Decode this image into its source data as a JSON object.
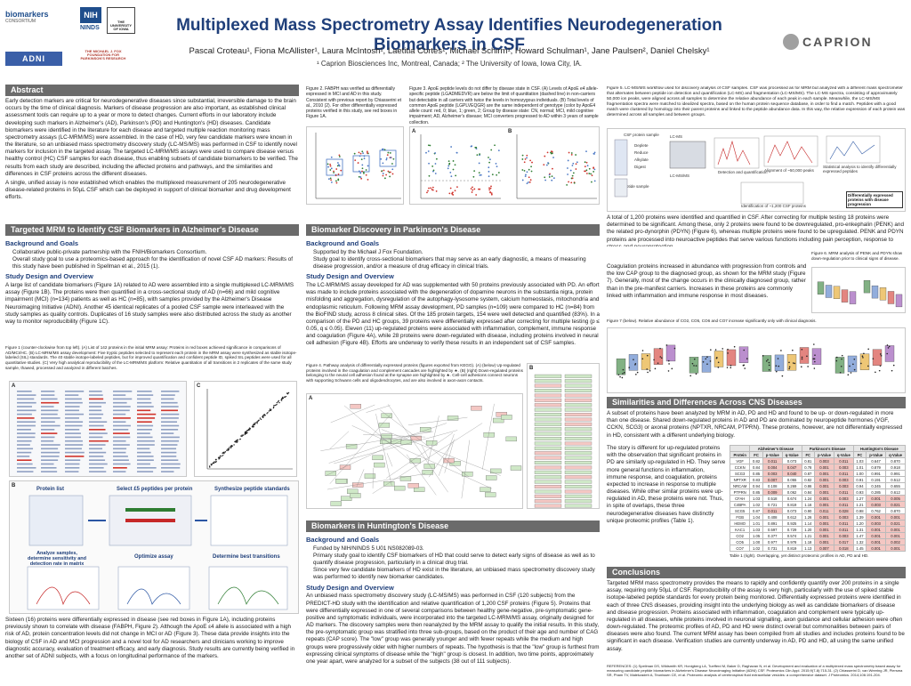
{
  "header": {
    "title": "Multiplexed Mass Spectrometry Assay Identifies Neurodegeneration Biomarkers in CSF",
    "authors": "Pascal Croteau¹, Fiona McAllister¹, Laura McIntosh¹, Laetitia Cortes¹, Michael Schirm¹, Howard Schulman¹, Jane Paulsen², Daniel Chelsky¹",
    "affiliation": "¹ Caprion Biosciences Inc, Montreal, Canada; ² The University of Iowa, Iowa City, IA.",
    "logos": {
      "biomarkers": "biomarkers",
      "biomarkers_sub": "CONSORTIUM",
      "nih": "NIH",
      "ninds": "NINDS",
      "iowa": "THE UNIVERSITY OF IOWA",
      "adni": "ADNI",
      "mjff": "THE MICHAEL J. FOX FOUNDATION FOR PARKINSON'S RESEARCH",
      "caprion": "CAPRION"
    }
  },
  "abstract": {
    "heading": "Abstract",
    "p1": "Early detection markers are critical for neurodegenerative diseases since substantial, irreversible damage to the brain occurs by the time of clinical diagnosis. Markers of disease progression are also important, as established clinical assessment tools can require up to a year or more to detect changes. Current efforts in our laboratory include developing such markers in Alzheimer's (AD), Parkinson's (PD) and Huntington's (HD) diseases. Candidate biomarkers were identified in the literature for each disease and targeted multiple reaction monitoring mass spectrometry assays (LC-MRM/MS) were assembled. In the case of HD, very few candidate markers were known in the literature, so an unbiased mass spectrometry discovery study (LC-MS/MS) was performed in CSF to identify novel markers for inclusion in the targeted assay. The targeted LC-MRM/MS assays were used to compare disease versus healthy control (HC) CSF samples for each disease, thus enabling subsets of candidate biomarkers to be verified. The results from each study are described, including the affected proteins and pathways, and the similarities and differences in CSF proteins across the different diseases.",
    "p2": "A single, unified assay is now established which enables the multiplexed measurement of 205 neurodegenerative disease-related proteins in 50µL CSF which can be deployed in support of clinical biomarker and drug development efforts."
  },
  "alzheimers": {
    "heading": "Targeted MRM to Identify CSF Biomarkers in Alzheimer's Disease",
    "bg_title": "Background and Goals",
    "bullets": [
      "Collaborative public-private partnership with the FNIH/Biomarkers Consortium.",
      "Overall study goal to use a proteomics-based approach for the identification of novel CSF AD markers: Results of this study have been published in Spellman et al., 2015 (1)."
    ],
    "design_title": "Study Design and Overview",
    "design": "A large list of candidate biomarkers (Figure 1A) related to AD were assembled into a single multiplexed LC-MRM/MS assay (Figure 1B). The proteins were then quantified in a cross-sectional study of AD (n=66) and mild cognitive impairment (MCI) (n=134) patients as well as HC (n=85), with samples provided by the Alzheimer's Disease Neuroimaging Initiative (ADNI). Another 45 identical replicates of a pooled CSF sample were interleaved with the study samples as quality controls. Duplicates of 16 study samples were also distributed across the study as another way to monitor reproducibility (Figure 1C).",
    "fig1_caption": "Figure 1 (counter-clockwise from top left). (A) List of 142 proteins in the initial MRM assay: Proteins in red boxes achieved significance in comparisons of AD/MCI/HC. (B) LC-MRM/MS assay development: Five tryptic peptides selected to represent each protein in the MRM assay were synthesized as stable isotope-labeled (SIL) standards. The 40 stable isotope-labeled peptides, but for improved quantification and confident peptide ID, spiked SIL peptides were used for all quantitative studies. (C) Very high analytical reproducibility of the LC-MRM/MS platform: Relative quantitation of all transitions in 2 replicates of the same study sample, thawed, processed and analyzed in different batches.",
    "figB_labels": [
      "Protein list",
      "Select £5 peptides per protein",
      "Synthesize peptide standards",
      "Analyze samples, determine sensitivity and detection rate in matrix",
      "Optimize assay",
      "Determine best transitions"
    ],
    "bottom": "Sixteen (16) proteins were differentially expressed in disease (see red boxes in Figure 1A), including proteins previously shown to correlate with disease (FABPH, Figure 2). Although the ApoE ε4 allele is associated with a high risk of AD, protein concentration levels did not change in MCI or AD (Figure 3). These data provide insights into the biology of CSF in AD and MCI progression and a novel tool for AD researchers and clinicians working to improve diagnostic accuracy, evaluation of treatment efficacy, and early diagnosis. Study results are currently being verified in another set of ADNI subjects, with a focus on longitudinal performance of the markers."
  },
  "fig2": {
    "caption": "Figure 2. FABPH was verified as differentially expressed in MCI and AD in this study. Consistent with previous report by Chiasserini et al., 2010 (2). For other differentially expressed proteins verified in this study, see red boxes in Figure 1A."
  },
  "fig3": {
    "caption": "Figure 3. ApoE peptide levels do not differ by disease state in CSF. (A) Levels of ApoE e4 allele-specific peptide (LGADMEDVR) are below the limit of quantitation (dashed line) in non-carriers but detectable in all carriers with twice the levels in homozygous individuals. (B) Total levels of common ApoE peptide (LGPLVEQGR) are the same independent of genotype (color by ApoE4 allele count: red, 0; blue, 1; green, 2; Group by disease state: CN, normal; MCI, mild cognitive impairment; AD, Alzheimer's disease; MCI converters progressed to AD within 3 years of sample collection."
  },
  "parkinsons": {
    "heading": "Biomarker Discovery in Parkinson's Disease",
    "bg_title": "Background and Goals",
    "bullets": [
      "Supported by the Michael J Fox Foundation.",
      "Study goal to identify cross-sectional biomarkers that may serve as an early diagnostic, a means of measuring disease progression, and/or a measure of drug efficacy in clinical trials."
    ],
    "design_title": "Study Design and Overview",
    "design": "The LC-MRM/MS assay developed for AD was supplemented with 50 proteins previously associated with PD. An effort was made to include proteins associated with the degeneration of dopamine neurons in the substantia nigra, protein misfolding and aggregation, dysregulation of the autophagy-lysosome system, calcium homeostasis, mitochondria and endoplasmic reticulum. Following MRM assay development, PD samples (n=109) were compared to HC (n=84) from the BioFIND study, across 8 clinical sites. Of the 185 protein targets, 154 were well detected and quantified (83%). In a comparison of the PD and HC groups, 39 proteins were differentially expressed after correcting for multiple testing (p ≤ 0.05, q ≤ 0.05). Eleven (11) up-regulated proteins were associated with inflammation, complement, immune response and coagulation (Figure 4A), while 28 proteins were down-regulated with disease, including proteins involved in neural cell adhesion (Figure 4B). Efforts are underway to verify these results in an independent set of CSF samples.",
    "fig4_caption": "Figure 4. Pathway analysis of differentially expressed proteins (figures exported from KEGG). (A) (below) Up-regulated proteins involved in the coagulation and complement cascades are highlighted by ★. (B) (right) Down-regulated proteins belonging to the neural cell adhesion found at the synapse are highlighted by ★. Cell-cell adhesions connect neurons with supporting Schwann cells and oligodendrocytes, and are also involved in axon-axon contacts."
  },
  "huntingtons": {
    "heading": "Biomarkers in Huntington's Disease",
    "bg_title": "Background and Goals",
    "bullets": [
      "Funded by NIH/NINDS 5 U01 NS082089-03.",
      "Primary study goal to identify CSF biomarkers of HD that could serve to detect early signs of disease as well as to quantify disease progression, particularly in a clinical drug trial.",
      "Since very few candidate biomarkers of HD exist in the literature, an unbiased mass spectrometry discovery study was performed to identify new biomarker candidates."
    ],
    "design_title": "Study Design and Overview",
    "design": "An unbiased mass spectrometry discovery study (LC-MS/MS) was performed in CSF (120 subjects) from the PREDICT-HD study with the identification and relative quantification of 1,200 CSF proteins (Figure 5). Proteins that were differentially expressed in one of several comparisons between healthy gene-negative, pre-symptomatic gene-positive and symptomatic individuals, were incorporated into the targeted LC-MRM/MS assay, originally designed for AD markers. The discovery samples were then reanalyzed by the MRM assay to qualify the initial results. In this study, the pre-symptomatic group was stratified into three sub-groups, based on the product of their age and number of CAG repeats (CAP score). The \"low\" group was generally younger and with fewer repeats while the medium and high groups were progressively older with higher numbers of repeats. The hypothesis is that the \"low\" group is furthest from expressing clinical symptoms of disease while the \"high\" group is closest. In addition, two time points, approximately one year apart, were analyzed for a subset of the subjects (38 out of 111 subjects)."
  },
  "fig5": {
    "caption": "Figure 5. LC-MS/MS workflow used for discovery analysis of CSF samples. CSF was processed as for MRM but analyzed with a different mass spectrometer that alternates between peptide ion detection and quantification (LC-MS) and fragmentation (LC-MS/MS). The LC-MS spectra, consisting of approximately 50,000 ion peaks, were aligned across all samples to determine the relative abundance of each peak in each sample. Meanwhile, the LC-MS/MS fragmentation spectra were matched to idealized spectra, based on the human protein sequence database, in order to find a match. Peptides with a good match were clustered by homology into their parent proteins and linked to the peptide abundance data. In this way, the relative expression of each protein was determined across all samples and between groups.",
    "labels": [
      "CSF protein sample",
      "Deplete",
      "Reduce",
      "Alkylate",
      "Digest",
      "peptide sample",
      "LC-MS",
      "LC-MS/MS",
      "Detection and quantification",
      "Alignment of ~50,000 peaks",
      "Statistical analysis to identify differentially expressed peptides",
      "Identification of ~1,200 CSF proteins",
      "Differentially expressed proteins with disease progression"
    ]
  },
  "results_hd": {
    "p1": "A total of 1,200 proteins were identified and quantified in CSF. After correcting for multiple testing 18 proteins were determined to be significant. Among these, only 2 proteins were found to be downregulated, pro-enkephalin (PENK) and the related pro-dynorphin (PDYN) (Figure 6), whereas multiple proteins were found to be upregulated. PENK and PDYN proteins are processed into neuroactive peptides that serve various functions including pain perception, response to stress and neuroprotection.",
    "p2": "Coagulation proteins increased in abundance with progression from controls and the low CAP group to the diagnosed group, as shown for the MRM study (Figure 7). Generally, most of the change occurs in the clinically diagnosed group, rather than in the pre-manifest carriers. Increases in these proteins are commonly linked with inflammation and immune response in most diseases.",
    "fig6_caption": "Figure 6. MRM analysis of PENK and PDYN show down-regulation prior to clinical signs of disease.",
    "fig7_caption": "Figure 7 (below). Relative abundance of CO2, CO5, CO6 and CO7 increase significantly only with clinical diagnosis."
  },
  "similarities": {
    "heading": "Similarities and Differences Across CNS Diseases",
    "p1": "A subset of proteins have been analyzed by MRM in AD, PD and HD and found to be up- or down-regulated in more than one disease. Shared down-regulated proteins in AD and PD are dominated by neuropeptide hormones (VGF, CCKN, SCG3) or axonal proteins (NPTXR, NRCAM, PTPRN). These proteins, however, are not differentially expressed in HD, consistent with a different underlying biology.",
    "p2": "The story is different for up-regulated proteins with the observation that significant proteins in PD are similarly up-regulated in HD. They serve more general functions in inflammation, immune response, and coagulation, proteins expected to increase in response to multiple diseases. While other similar proteins were up-regulated in AD, these proteins were not. Thus, in spite of overlaps, these three neurodegenerative diseases have distinctly unique proteomic profiles (Table 1).",
    "table_caption": "Table 1 (right). Overlapping, yet distinct proteomic profiles in AD, PD and HD.",
    "table": {
      "groups": [
        "Alzheimer's Disease",
        "Parkinson's Disease",
        "Huntington's Disease"
      ],
      "cols": [
        "Protein",
        "FC",
        "p-Value",
        "q-Value",
        "FC",
        "p-Value",
        "q-Value",
        "FC",
        "p-Value",
        "q-Value"
      ],
      "rows": [
        [
          "VGF",
          "0.82",
          "0.011",
          "0.073",
          "0.81",
          "0.003",
          "0.011",
          "1.03",
          "0.647",
          "0.870"
        ],
        [
          "CCKN",
          "0.84",
          "0.004",
          "0.047",
          "0.78",
          "0.001",
          "0.003",
          "1.01",
          "0.879",
          "0.918"
        ],
        [
          "SCG3",
          "0.85",
          "0.003",
          "0.040",
          "0.87",
          "0.001",
          "0.011",
          "1.00",
          "0.991",
          "0.991"
        ],
        [
          "NPTXR",
          "0.83",
          "0.007",
          "0.055",
          "0.82",
          "0.001",
          "0.003",
          "0.91",
          "0.191",
          "0.512"
        ],
        [
          "NRCAM",
          "0.94",
          "0.108",
          "0.269",
          "0.86",
          "0.001",
          "0.003",
          "0.94",
          "0.345",
          "0.655"
        ],
        [
          "PTPRN",
          "0.85",
          "0.009",
          "0.062",
          "0.84",
          "0.001",
          "0.011",
          "0.93",
          "0.285",
          "0.612"
        ],
        [
          "CFAH",
          "1.03",
          "0.518",
          "0.674",
          "1.24",
          "0.001",
          "0.003",
          "1.27",
          "0.001",
          "0.005"
        ],
        [
          "C4BPA",
          "1.02",
          "0.721",
          "0.819",
          "1.16",
          "0.001",
          "0.011",
          "1.21",
          "0.003",
          "0.021"
        ],
        [
          "SCG5",
          "0.87",
          "0.011",
          "0.073",
          "0.90",
          "0.011",
          "0.028",
          "0.98",
          "0.762",
          "0.870"
        ],
        [
          "FGB",
          "1.04",
          "0.408",
          "0.612",
          "1.26",
          "0.001",
          "0.003",
          "1.39",
          "0.001",
          "0.001"
        ],
        [
          "HEMO",
          "1.01",
          "0.891",
          "0.925",
          "1.14",
          "0.001",
          "0.011",
          "1.20",
          "0.003",
          "0.021"
        ],
        [
          "KAC1",
          "1.03",
          "0.597",
          "0.729",
          "1.20",
          "0.001",
          "0.011",
          "1.31",
          "0.001",
          "0.001"
        ],
        [
          "CO2",
          "1.05",
          "0.377",
          "0.574",
          "1.21",
          "0.001",
          "0.003",
          "1.47",
          "0.001",
          "0.001"
        ],
        [
          "CO5",
          "1.00",
          "0.977",
          "0.978",
          "1.18",
          "0.001",
          "0.017",
          "1.32",
          "0.001",
          "0.002"
        ],
        [
          "CO7",
          "1.02",
          "0.731",
          "0.819",
          "1.13",
          "0.007",
          "0.018",
          "1.45",
          "0.001",
          "0.001"
        ]
      ]
    }
  },
  "conclusions": {
    "heading": "Conclusions",
    "text": "Targeted MRM mass spectrometry provides the means to rapidly and confidently quantify over 200 proteins in a single assay, requiring only 50µL of CSF. Reproducibility of the assay is very high, particularly with the use of spiked stable isotope-labeled peptide standards for every protein being monitored. Differentially expressed proteins were identified in each of three CNS diseases, providing insight into the underlying biology as well as candidate biomarkers of disease and disease progression. Proteins associated with inflammation, coagulation and complement were typically up-regulated in all diseases, while proteins involved in neuronal signalling, axon guidance and cellular adhesion were often down-regulated. The proteomic profiles of AD, PD and HD were distinct overall but commonalities between pairs of diseases were also found. The current MRM assay has been compiled from all studies and includes proteins found to be significant in each disease. Verification studies are currently underway in AD, PD and HD, all using the same unified assay.",
    "references": "REFERENCES: (1) Spellman DS, Wildsmith KR, Honigberg LA, Tuefferd M, Baker D, Raghavan N, et al. Development and evaluation of a multiplexed mass spectrometry based assay for measuring candidate peptide biomarkers in Alzheimer's Disease Neuroimaging Initiative (ADNI) CSF. Proteomics Clin Appl. 2015;9(7-8):715-31. (2) Chiasserini D, van Weering JR, Piersma SR, Pham TV, Malekzadeh A, Teunissen CE, et al. Proteomic analysis of cerebrospinal fluid extracellular vesicles: a comprehensive dataset. J Proteomics. 2014;106:191-204."
  },
  "colors": {
    "title": "#1f3f7a",
    "section_header": "#6b6b6b",
    "accent_red": "#d0342c",
    "boxplot_blue": "#4a77c4"
  }
}
